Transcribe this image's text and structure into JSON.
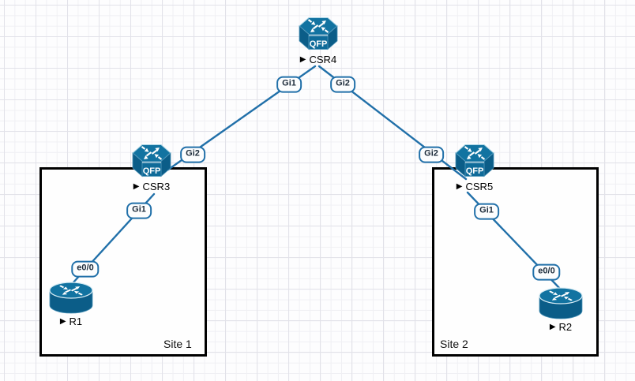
{
  "topology": {
    "play_glyph": "▶",
    "qfp_label": "QFP",
    "nodes": [
      {
        "id": "csr4",
        "label": "CSR4",
        "kind": "csr-qfp-router"
      },
      {
        "id": "csr3",
        "label": "CSR3",
        "kind": "csr-qfp-router"
      },
      {
        "id": "csr5",
        "label": "CSR5",
        "kind": "csr-qfp-router"
      },
      {
        "id": "r1",
        "label": "R1",
        "kind": "router"
      },
      {
        "id": "r2",
        "label": "R2",
        "kind": "router"
      }
    ],
    "interface_badges": [
      {
        "id": "csr4-gi1",
        "text": "Gi1"
      },
      {
        "id": "csr4-gi2",
        "text": "Gi2"
      },
      {
        "id": "csr3-gi2",
        "text": "Gi2"
      },
      {
        "id": "csr5-gi2",
        "text": "Gi2"
      },
      {
        "id": "csr3-gi1",
        "text": "Gi1"
      },
      {
        "id": "csr5-gi1",
        "text": "Gi1"
      },
      {
        "id": "r1-e0-0",
        "text": "e0/0"
      },
      {
        "id": "r2-e0-0",
        "text": "e0/0"
      }
    ],
    "links": [
      {
        "id": "csr4-csr3",
        "from": "CSR4 Gi1",
        "to": "CSR3 Gi2"
      },
      {
        "id": "csr4-csr5",
        "from": "CSR4 Gi2",
        "to": "CSR5 Gi2"
      },
      {
        "id": "csr3-r1",
        "from": "CSR3 Gi1",
        "to": "R1 e0/0"
      },
      {
        "id": "csr5-r2",
        "from": "CSR5 Gi1",
        "to": "R2 e0/0"
      }
    ],
    "sites": [
      {
        "id": "site1",
        "label": "Site 1"
      },
      {
        "id": "site2",
        "label": "Site 2"
      }
    ],
    "colors": {
      "link_blue": "#2170a9",
      "icon_body_blue": "#0b5d88",
      "icon_top_blue": "#1273a1",
      "badge_text": "#1c2b3a",
      "box_border": "#000000"
    }
  }
}
